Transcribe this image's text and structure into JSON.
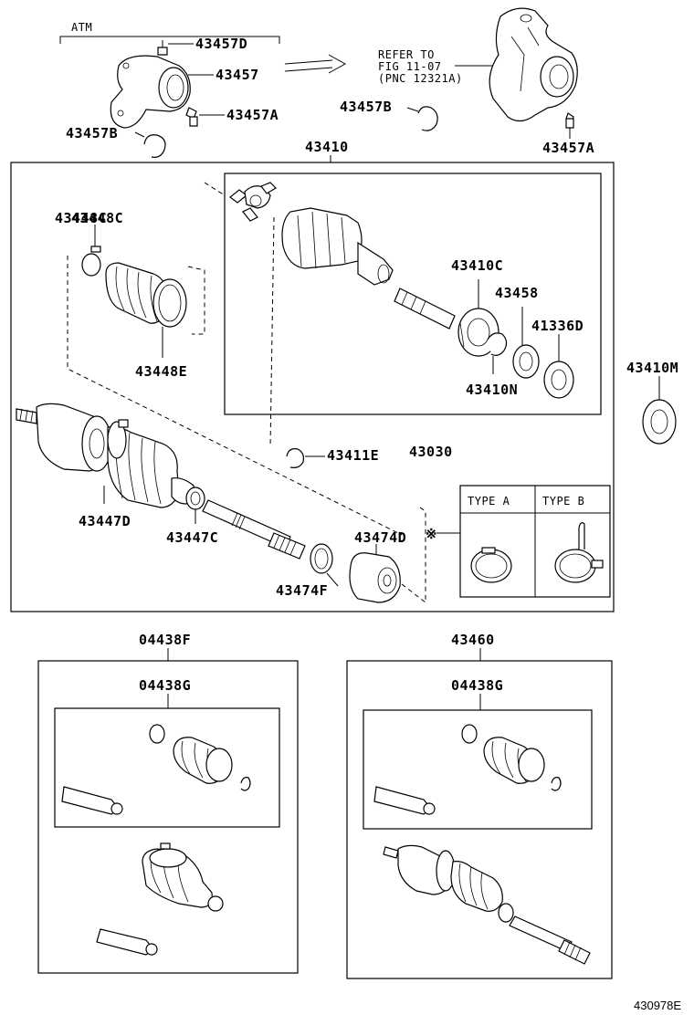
{
  "atm_label": "ATM",
  "refer_note": [
    "REFER TO",
    "FIG 11-07",
    "(PNC 12321A)"
  ],
  "note_mark": "※",
  "labels": {
    "p43457D": "43457D",
    "p43457": "43457",
    "p43457A_top": "43457A",
    "p43457B_left": "43457B",
    "p43457B_mid": "43457B",
    "p43457A_right": "43457A",
    "p43410": "43410",
    "p43448C": "43448C",
    "p43448E": "43448E",
    "p43410C": "43410C",
    "p43458": "43458",
    "p41336D": "41336D",
    "p43410N": "43410N",
    "p43410M": "43410M",
    "p43411E": "43411E",
    "p43030": "43030",
    "p43447D": "43447D",
    "p43447C": "43447C",
    "p43474D": "43474D",
    "p43474F": "43474F",
    "p04438F": "04438F",
    "p04438G_left": "04438G",
    "p43460": "43460",
    "p04438G_right": "04438G"
  },
  "clamp_types": {
    "type_a": "TYPE A",
    "type_b": "TYPE B"
  },
  "figure_ref": "430978E"
}
